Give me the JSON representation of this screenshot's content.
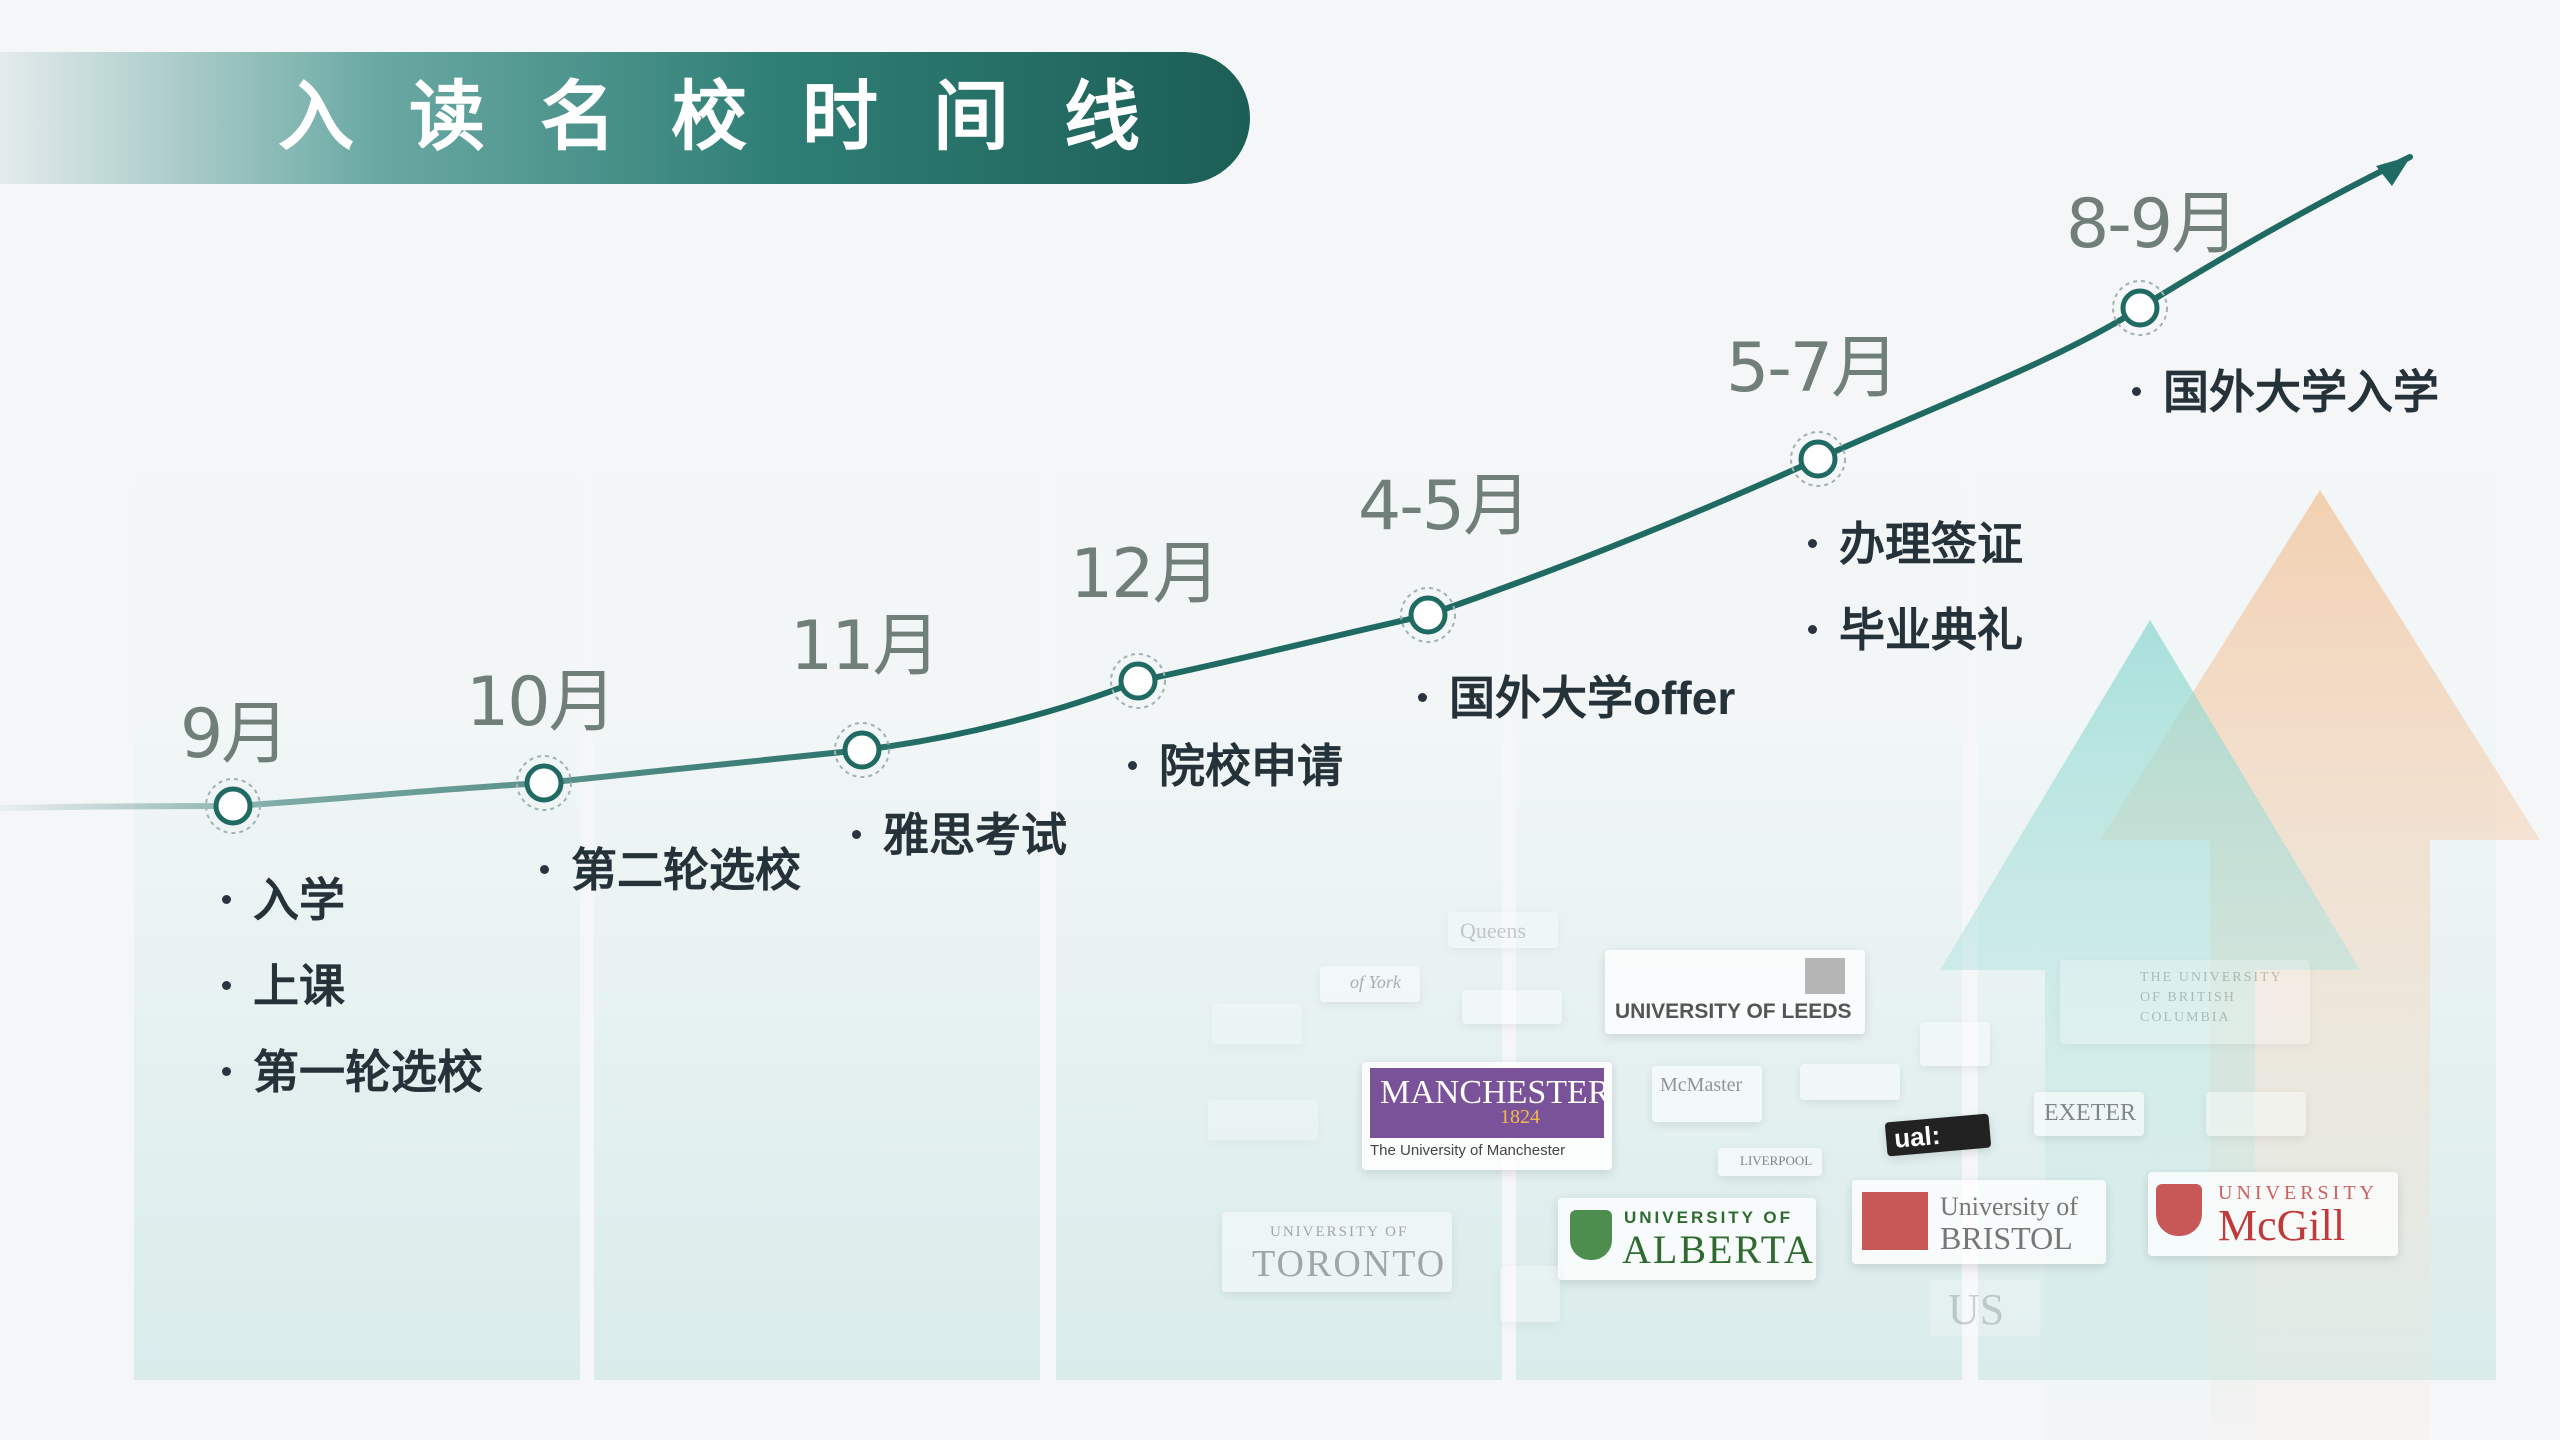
{
  "title": "入读名校时间线",
  "colors": {
    "curve": "#1f6a62",
    "banner_dark": "#1b5e56",
    "arrow_teal": "#8fd8d2",
    "arrow_orange": "#f1c9a4",
    "manchester_purple": "#6a3f8f",
    "red_brand": "#c0393b"
  },
  "timeline": [
    {
      "month": "9月",
      "events": [
        "入学",
        "上课",
        "第一轮选校"
      ]
    },
    {
      "month": "10月",
      "events": [
        "第二轮选校"
      ]
    },
    {
      "month": "11月",
      "events": [
        "雅思考试"
      ]
    },
    {
      "month": "12月",
      "events": [
        "院校申请"
      ]
    },
    {
      "month": "4-5月",
      "events": [
        "国外大学offer"
      ]
    },
    {
      "month": "5-7月",
      "events": [
        "办理签证",
        "毕业典礼"
      ]
    },
    {
      "month": "8-9月",
      "events": [
        "国外大学入学"
      ]
    }
  ],
  "logos": {
    "leeds": "UNIVERSITY OF LEEDS",
    "manchester": "MANCHESTER",
    "manchester_year": "1824",
    "manchester_sub": "The University of Manchester",
    "toronto_top": "UNIVERSITY OF",
    "toronto": "TORONTO",
    "alberta_top": "UNIVERSITY OF",
    "alberta": "ALBERTA",
    "bristol_top": "University of",
    "bristol": "BRISTOL",
    "mcgill_top": "UNIVERSITY",
    "mcgill": "McGill",
    "exeter": "EXETER",
    "ual": "ual:",
    "mcmaster": "McMaster",
    "york": "of York",
    "queens": "Queens",
    "ubc": "THE UNIVERSITY OF BRITISH COLUMBIA",
    "liverpool": "LIVERPOOL",
    "us": "US"
  }
}
